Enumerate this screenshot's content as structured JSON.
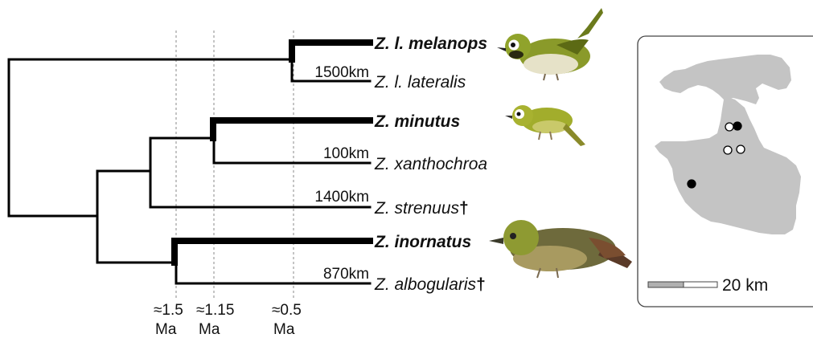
{
  "taxa": [
    {
      "name": "Z. l. melanops",
      "bold": true,
      "dagger": "",
      "distance": ""
    },
    {
      "name": "Z. l. lateralis",
      "bold": false,
      "dagger": "",
      "distance": "1500km"
    },
    {
      "name": "Z. minutus",
      "bold": true,
      "dagger": "",
      "distance": ""
    },
    {
      "name": "Z. xanthochroa",
      "bold": false,
      "dagger": "",
      "distance": "100km"
    },
    {
      "name": "Z. strenuus",
      "bold": false,
      "dagger": "†",
      "distance": "1400km"
    },
    {
      "name": "Z. inornatus",
      "bold": true,
      "dagger": "",
      "distance": ""
    },
    {
      "name": "Z. albogularis",
      "bold": false,
      "dagger": "†",
      "distance": "870km"
    }
  ],
  "age_markers": [
    {
      "value": "≈1.5",
      "unit": "Ma"
    },
    {
      "value": "≈1.15",
      "unit": "Ma"
    },
    {
      "value": "≈0.5",
      "unit": "Ma"
    }
  ],
  "map": {
    "scale_label": "20 km",
    "land_color": "#c4c4c4",
    "filled_dot_color": "#000000",
    "open_dot_color": "#ffffff"
  },
  "birds": [
    {
      "icon": "white-eye-bird-melanops"
    },
    {
      "icon": "white-eye-bird-minutus"
    },
    {
      "icon": "white-eye-bird-inornatus"
    }
  ]
}
